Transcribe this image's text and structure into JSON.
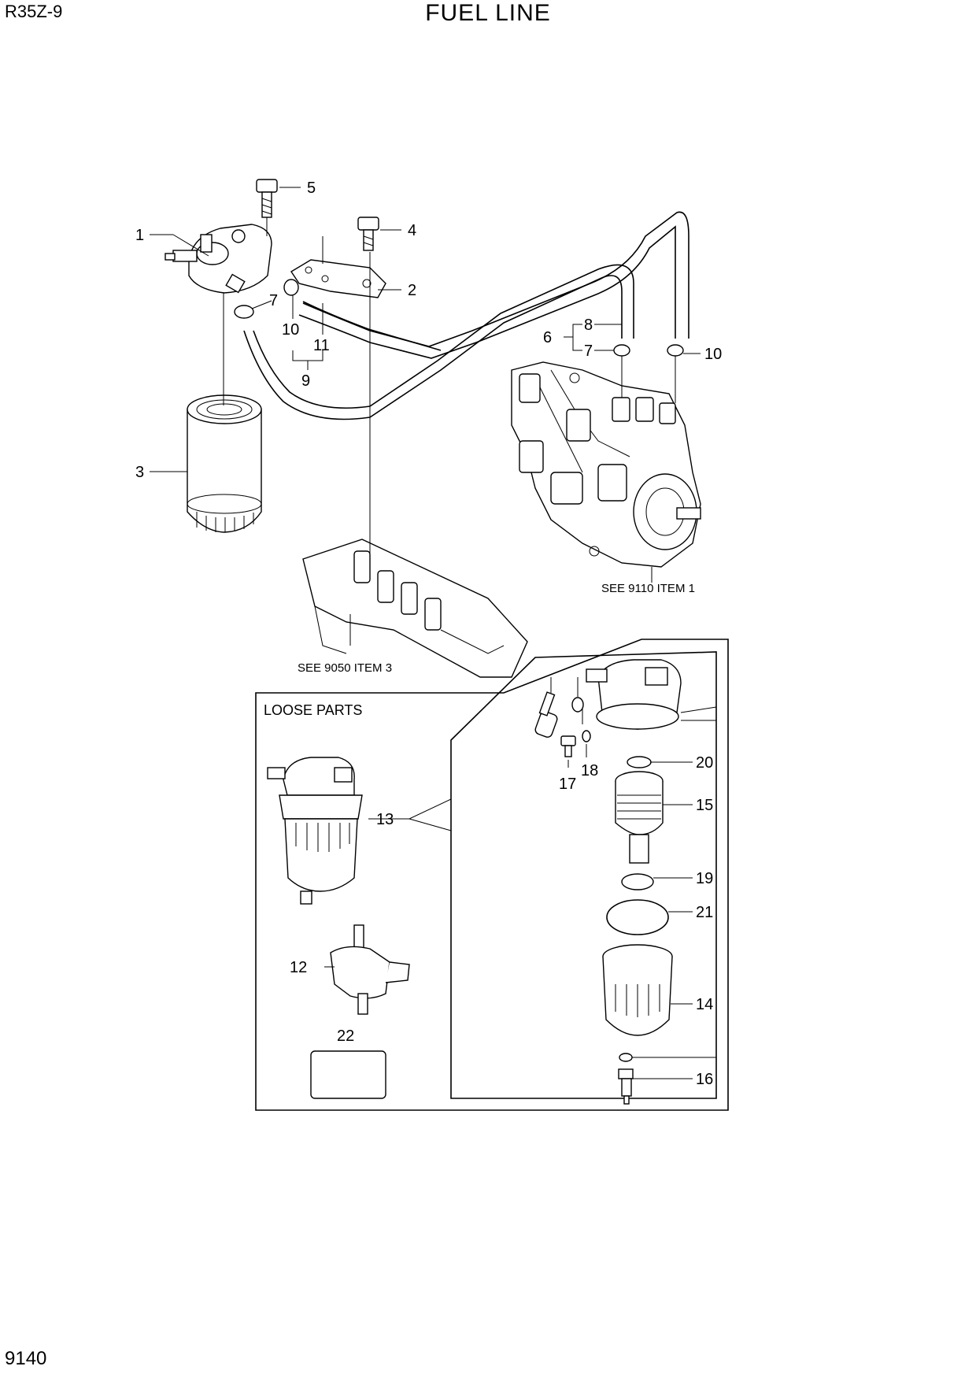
{
  "header": {
    "model": "R35Z-9",
    "title": "FUEL LINE",
    "page_number": "9140"
  },
  "notes": {
    "see_9110": "SEE 9110 ITEM 1",
    "see_9050": "SEE 9050 ITEM 3",
    "loose_parts": "LOOSE PARTS"
  },
  "callouts": {
    "c1": "1",
    "c2": "2",
    "c3": "3",
    "c4": "4",
    "c5": "5",
    "c6": "6",
    "c7a": "7",
    "c7b": "7",
    "c8": "8",
    "c9": "9",
    "c10a": "10",
    "c10b": "10",
    "c11": "11",
    "c12": "12",
    "c13": "13",
    "c14": "14",
    "c15": "15",
    "c16": "16",
    "c17": "17",
    "c18": "18",
    "c19": "19",
    "c20": "20",
    "c21": "21",
    "c22": "22"
  }
}
